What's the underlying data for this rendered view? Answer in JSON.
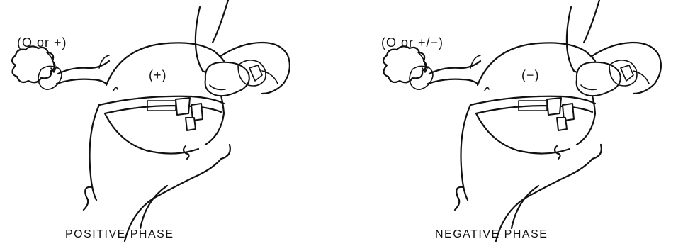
{
  "panels": [
    {
      "middle_ear_label": "(O or +)",
      "pressure_label": "(+)",
      "caption": "POSITIVE PHASE"
    },
    {
      "middle_ear_label": "(O or +/−)",
      "pressure_label": "(−)",
      "caption": "NEGATIVE PHASE"
    }
  ]
}
